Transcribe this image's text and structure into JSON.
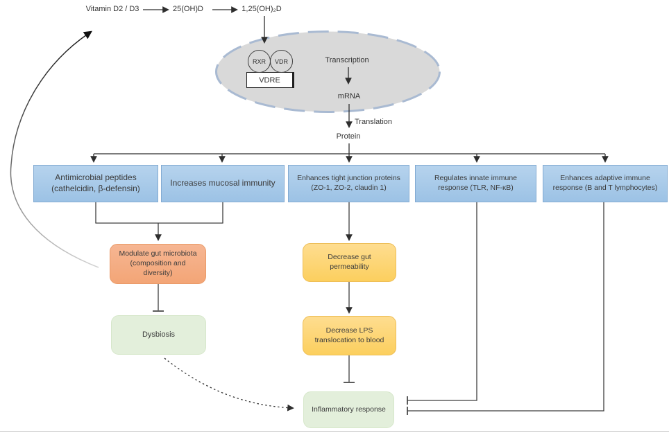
{
  "top_flow": {
    "vitamin_d": "Vitamin D2 / D3",
    "step1": "25(OH)D",
    "step2": "1,25(OH)₂D"
  },
  "nucleus": {
    "rxr": "RXR",
    "vdr": "VDR",
    "vdre": "VDRE",
    "transcription": "Transcription",
    "mrna": "mRNA"
  },
  "central": {
    "translation": "Translation",
    "protein": "Protein"
  },
  "effects": [
    {
      "label": "Antimicrobial peptides (cathelcidin, β-defensin)"
    },
    {
      "label": "Increases mucosal immunity"
    },
    {
      "label": "Enhances tight junction proteins (ZO-1, ZO-2, claudin 1)"
    },
    {
      "label": "Regulates innate immune response (TLR, NF-κB)"
    },
    {
      "label": "Enhances adaptive immune response (B and T lymphocytes)"
    }
  ],
  "downstream": {
    "modulate_microbiota": "Modulate gut microbiota (composition and diversity)",
    "dysbiosis": "Dysbiosis",
    "decrease_permeability": "Decrease gut permeability",
    "decrease_lps": "Decrease LPS translocation to blood",
    "inflammatory_response": "Inflammatory response"
  },
  "colors": {
    "effect_box": "#9dc3e6",
    "microbiota_box": "#f4ac80",
    "process_box": "#fcd567",
    "outcome_box": "#e3efdb",
    "nucleus_fill": "#d9d9d9",
    "nucleus_dash": "#a9bad2",
    "line": "#3f3f3f"
  }
}
